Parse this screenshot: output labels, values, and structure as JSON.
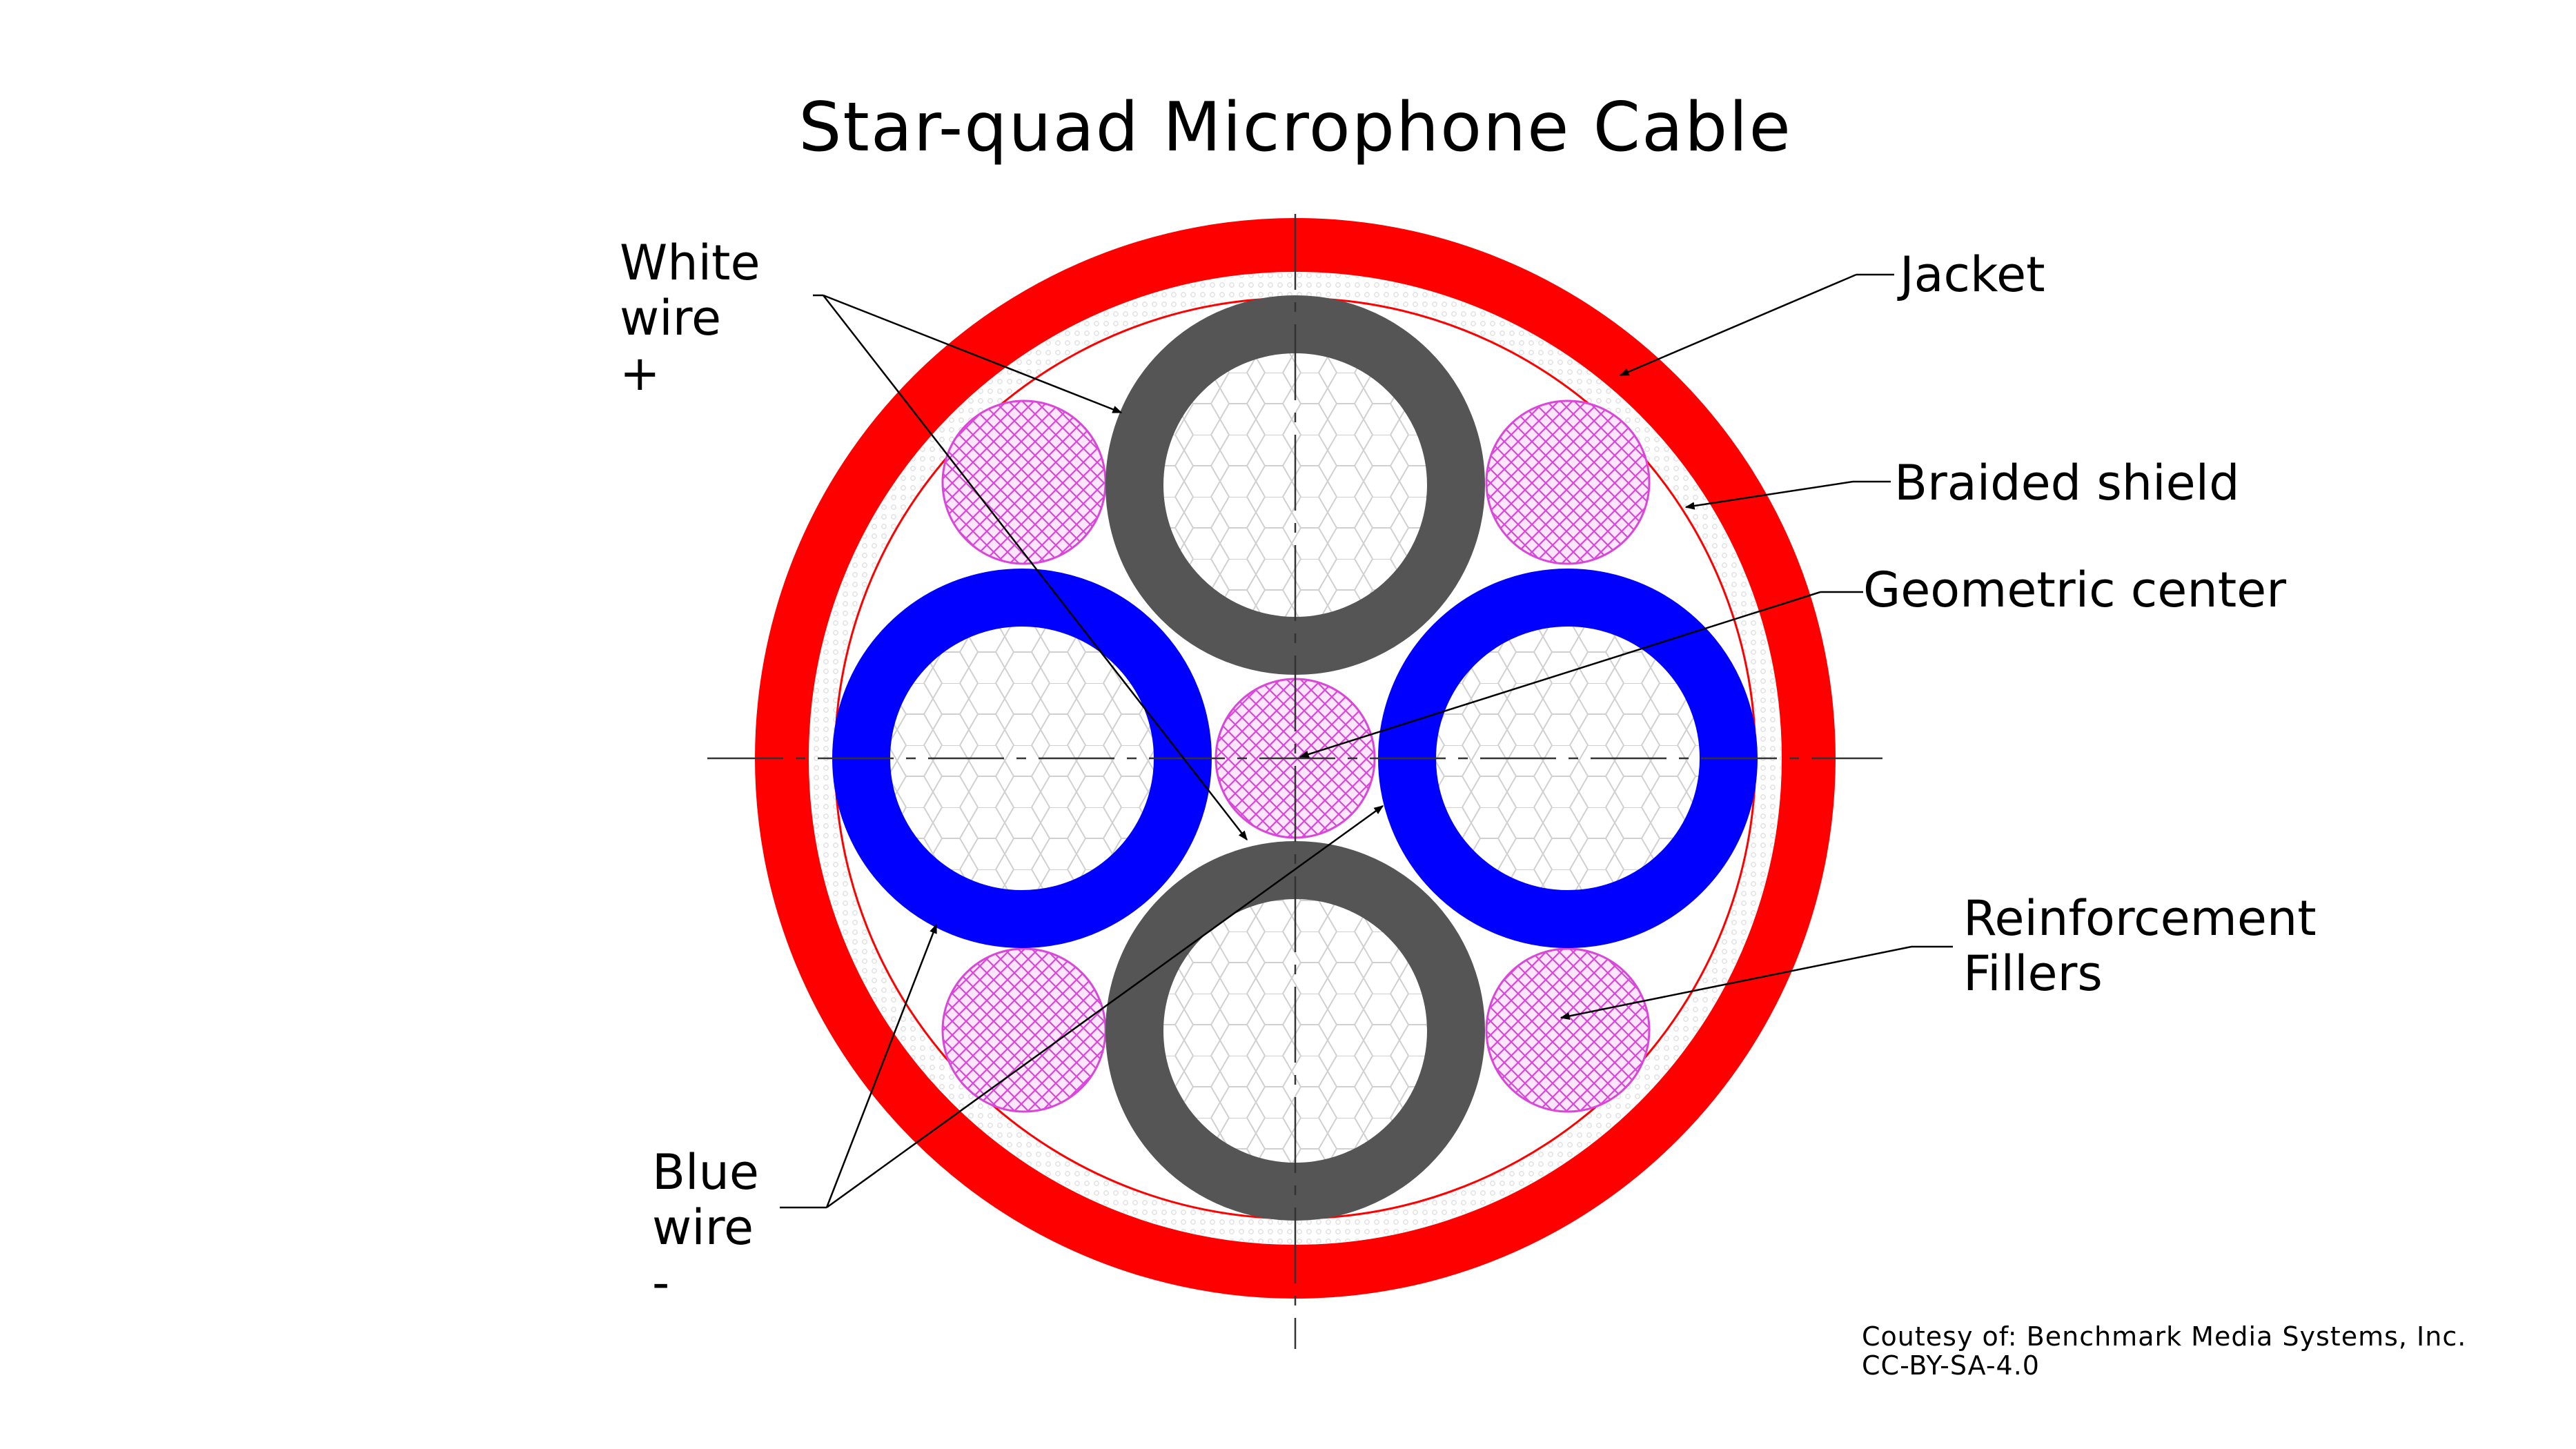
{
  "title": "Star-quad Microphone Cable",
  "labels": {
    "white_wire": [
      "White",
      "wire",
      "+"
    ],
    "blue_wire": [
      "Blue",
      "wire",
      "-"
    ],
    "jacket": "Jacket",
    "braided_shield": "Braided shield",
    "geometric_center": "Geometric center",
    "reinforcement_fillers": [
      "Reinforcement",
      "Fillers"
    ]
  },
  "credit": [
    "Coutesy of: Benchmark Media Systems, Inc.",
    "CC-BY-SA-4.0"
  ],
  "colors": {
    "jacket": "#ff0000",
    "shield_line": "#ff0000",
    "white_wire_insulation": "#555555",
    "blue_wire_insulation": "#0000ff",
    "filler": "#d946d9",
    "conductor_strands": "#cccccc",
    "leader_lines": "#000000"
  }
}
